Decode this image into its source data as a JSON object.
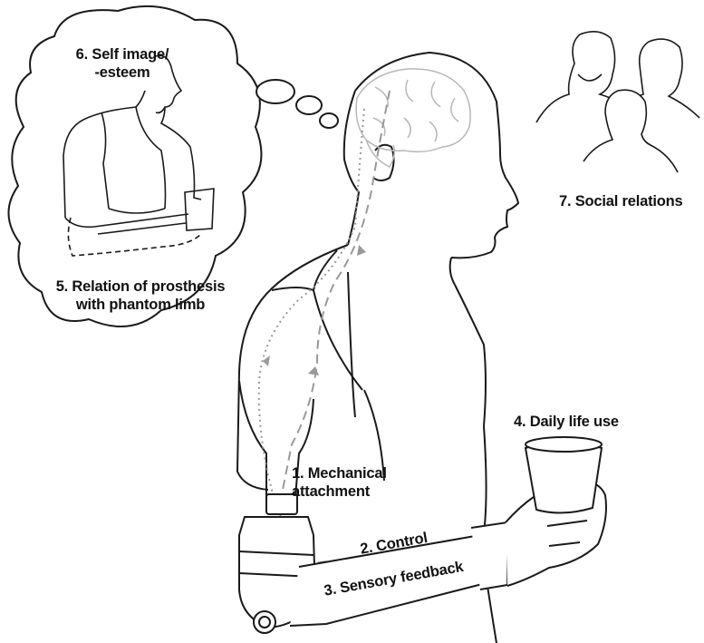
{
  "labels": {
    "self_image": [
      "6. Self image/",
      "-esteem"
    ],
    "phantom": [
      "5. Relation of prosthesis",
      "with phantom limb"
    ],
    "social": "7. Social relations",
    "daily": "4. Daily life use",
    "mechanical": [
      "1. Mechanical",
      "attachment"
    ],
    "control": "2. Control",
    "sensory": "3. Sensory feedback"
  },
  "colors": {
    "outline": "#1a1a1a",
    "pathway": "#999999",
    "brain": "#b8b8b8"
  },
  "icons": [
    "thought-cloud-icon",
    "brain-icon",
    "people-icon",
    "prosthetic-arm-icon",
    "cup-icon"
  ]
}
